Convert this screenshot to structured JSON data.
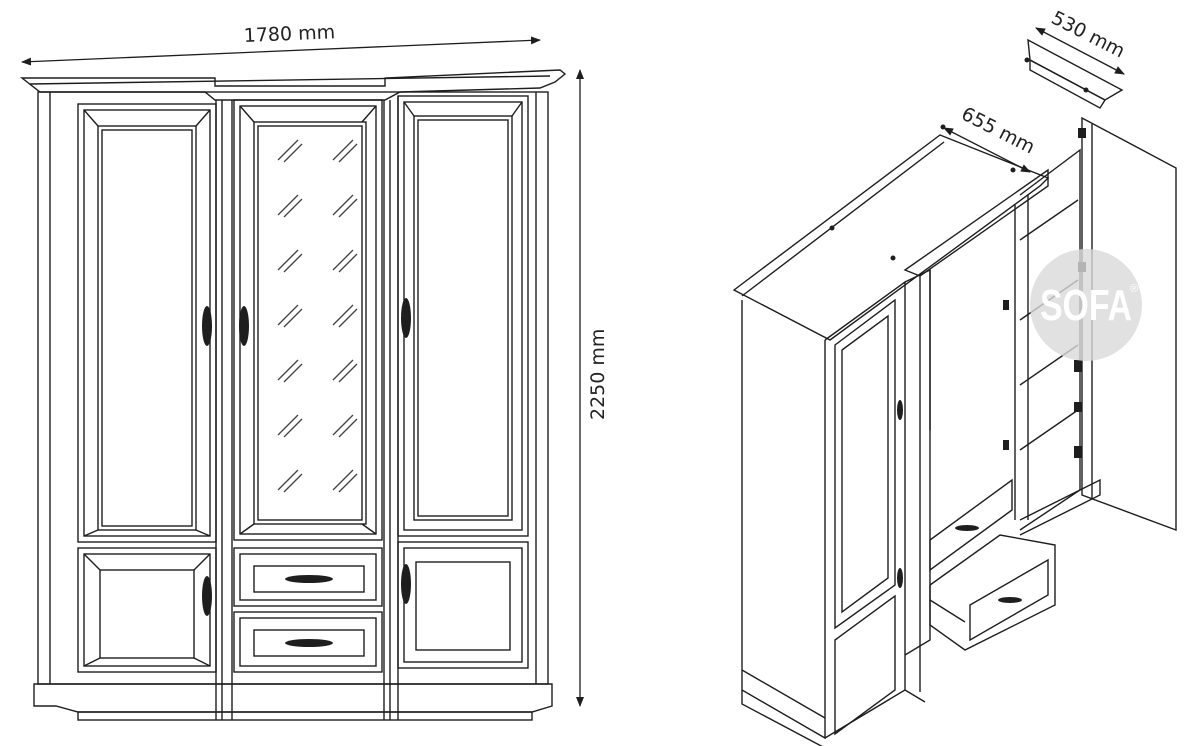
{
  "dimensions": {
    "width": "1780 mm",
    "height": "2250 mm",
    "depth_top": "530 mm",
    "depth_side": "655 mm"
  },
  "watermark": {
    "text": "SOFA",
    "registered": "®"
  },
  "colors": {
    "line": "#1e1e1e",
    "paper": "#ffffff",
    "watermark": "#d9d9d9"
  }
}
